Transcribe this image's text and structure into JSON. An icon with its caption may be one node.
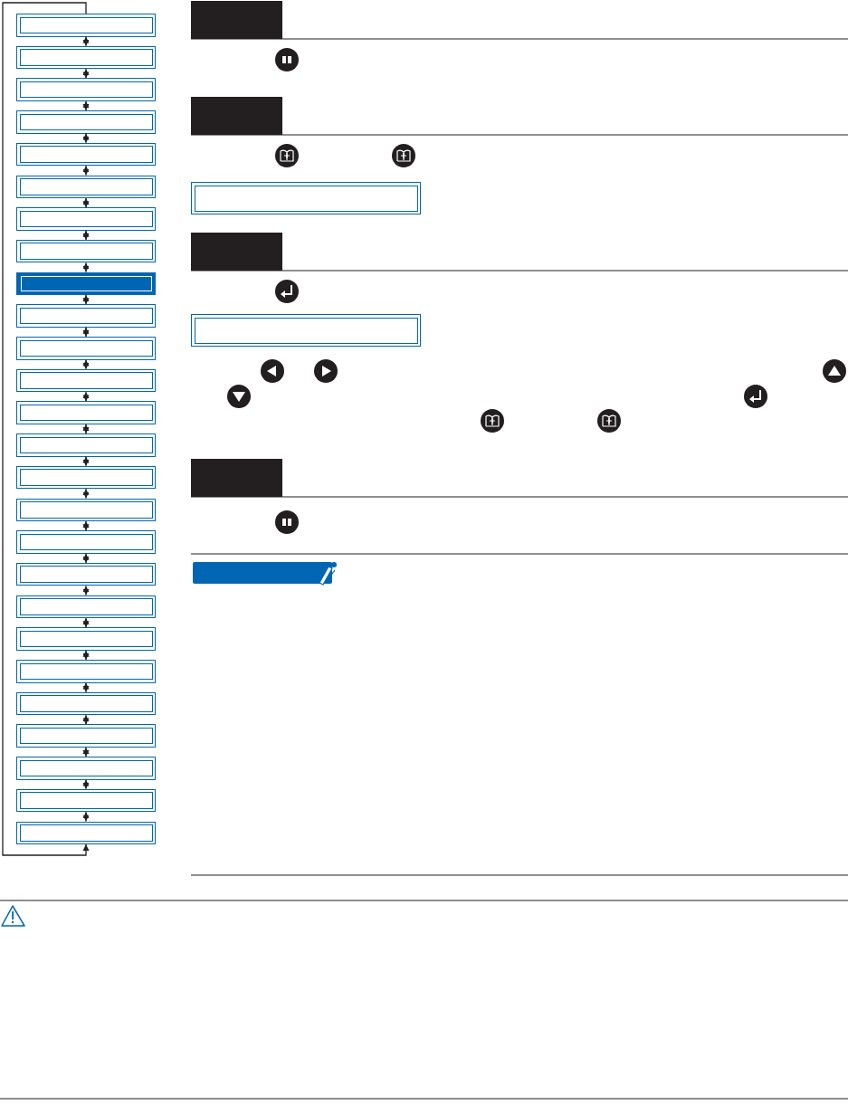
{
  "diagram": {
    "nodes": [
      {
        "text": [],
        "shape": "box"
      },
      {
        "text": [],
        "shape": "box"
      },
      {
        "text": [],
        "shape": "box"
      },
      {
        "text": [],
        "shape": "box"
      },
      {
        "text": [],
        "shape": "box"
      },
      {
        "text": [],
        "shape": "box"
      },
      {
        "text": [],
        "shape": "box"
      },
      {
        "text": [],
        "shape": "box"
      },
      {
        "text": [],
        "shape": "box"
      },
      {
        "text": [],
        "shape": "box"
      },
      {
        "text": [],
        "shape": "box"
      },
      {
        "text": [],
        "shape": "box"
      },
      {
        "text": [],
        "shape": "box"
      },
      {
        "text": [],
        "shape": "box"
      },
      {
        "text": [],
        "shape": "box"
      },
      {
        "text": [],
        "shape": "box"
      },
      {
        "text": [],
        "shape": "box"
      },
      {
        "text": [],
        "shape": "box"
      },
      {
        "text": [],
        "shape": "box"
      },
      {
        "text": [],
        "shape": "box"
      },
      {
        "text": [],
        "shape": "box"
      },
      {
        "text": [],
        "shape": "box"
      },
      {
        "text": [],
        "shape": "box"
      },
      {
        "text": [],
        "shape": "box"
      },
      {
        "text": [],
        "shape": "box"
      },
      {
        "text": [],
        "shape": "box"
      },
      {
        "text": [],
        "shape": "box"
      },
      {
        "text": [],
        "shape": "box"
      }
    ],
    "edges": [
      {
        "from": 0,
        "to": 1,
        "arrow": "both"
      },
      {
        "from": 1,
        "to": 2,
        "arrow": "both"
      },
      {
        "from": 2,
        "to": 3,
        "arrow": "both"
      },
      {
        "from": 3,
        "to": 4,
        "arrow": "both"
      },
      {
        "from": 4,
        "to": 5,
        "arrow": "both"
      },
      {
        "from": 5,
        "to": 6,
        "arrow": "both"
      },
      {
        "from": 6,
        "to": 7,
        "arrow": "both"
      },
      {
        "from": 7,
        "to": 8,
        "arrow": "both"
      },
      {
        "from": 8,
        "to": 9,
        "arrow": "both"
      },
      {
        "from": 9,
        "to": 10,
        "arrow": "both"
      },
      {
        "from": 10,
        "to": 11,
        "arrow": "both"
      },
      {
        "from": 11,
        "to": 12,
        "arrow": "both"
      },
      {
        "from": 12,
        "to": 13,
        "arrow": "both"
      },
      {
        "from": 13,
        "to": 14,
        "arrow": "both"
      },
      {
        "from": 14,
        "to": 15,
        "arrow": "both"
      },
      {
        "from": 15,
        "to": 16,
        "arrow": "both"
      },
      {
        "from": 16,
        "to": 17,
        "arrow": "both"
      },
      {
        "from": 17,
        "to": 18,
        "arrow": "both"
      },
      {
        "from": 18,
        "to": 19,
        "arrow": "both"
      },
      {
        "from": 19,
        "to": 20,
        "arrow": "both"
      },
      {
        "from": 20,
        "to": 21,
        "arrow": "both"
      },
      {
        "from": 21,
        "to": 22,
        "arrow": "both"
      },
      {
        "from": 22,
        "to": 23,
        "arrow": "both"
      },
      {
        "from": 23,
        "to": 24,
        "arrow": "both"
      },
      {
        "from": 24,
        "to": 25,
        "arrow": "both"
      },
      {
        "from": 0,
        "to": 25,
        "arrow": "to"
      }
    ]
  }
}
